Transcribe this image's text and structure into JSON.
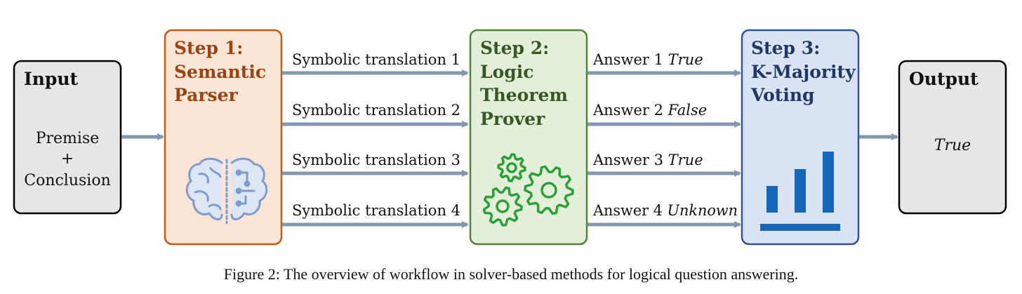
{
  "input_box": {
    "title": "Input",
    "line1": "Premise",
    "line2": "+",
    "line3": "Conclusion"
  },
  "step1": {
    "line1": "Step 1:",
    "line2": "Semantic",
    "line3": "Parser",
    "color": "#9a4412",
    "border": "#c55a11",
    "fill": "#fbe5d6",
    "icon": "brain-circuit-icon"
  },
  "translations": [
    "Symbolic translation 1",
    "Symbolic translation 2",
    "Symbolic translation 3",
    "Symbolic translation 4"
  ],
  "step2": {
    "line1": "Step 2:",
    "line2": "Logic",
    "line3": "Theorem",
    "line4": "Prover",
    "color": "#385723",
    "border": "#548235",
    "fill": "#e2f0d9",
    "icon": "gears-icon"
  },
  "answers": [
    {
      "label": "Answer 1 ",
      "value": "True"
    },
    {
      "label": "Answer 2 ",
      "value": "False"
    },
    {
      "label": "Answer 3 ",
      "value": "True"
    },
    {
      "label": "Answer 4 ",
      "value": "Unknown"
    }
  ],
  "step3": {
    "line1": "Step 3:",
    "line2": "K-Majority",
    "line3": "Voting",
    "color": "#203864",
    "border": "#2f5597",
    "fill": "#dae3f3",
    "icon": "bar-chart-icon"
  },
  "output_box": {
    "title": "Output",
    "value": "True"
  },
  "caption": "Figure 2: The overview of workflow in solver-based methods for logical question answering.",
  "colors": {
    "arrow": "#8497b0",
    "gray_box_fill": "#e7e6e6",
    "gray_box_border": "#000000",
    "brain": "#7f9ccb",
    "gear": "#2e9e3a",
    "bars": "#1565b8"
  }
}
